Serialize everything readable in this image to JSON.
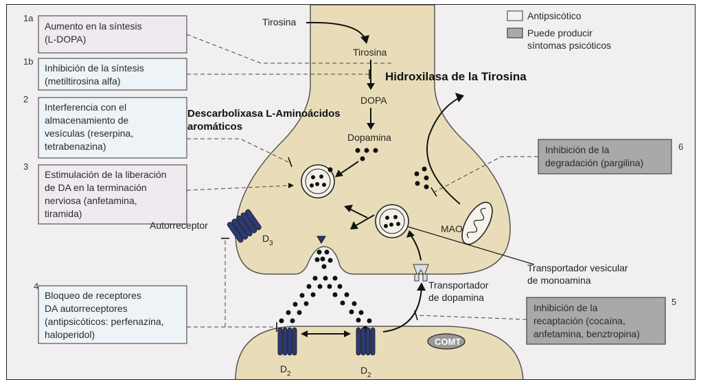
{
  "legend": {
    "antipsychotic": "Antipsicótico",
    "psychotic_line1": "Puede producir",
    "psychotic_line2": "síntomas psicóticos"
  },
  "labels": {
    "tirosina_top": "Tirosina",
    "tirosina_inner": "Tirosina",
    "enzyme_th": "Hidroxilasa de la Tirosina",
    "dopa": "DOPA",
    "enzyme_ddc_line1": "Descarbolixasa L-Aminoácidos",
    "enzyme_ddc_line2": "aromáticos",
    "dopamina": "Dopamina",
    "autorreceptor": "Autorreceptor",
    "d3": "D",
    "d3_sub": "3",
    "mao": "MAO",
    "vmat_line1": "Transportador vesicular",
    "vmat_line2": "de monoamina",
    "dat_line1": "Transportador",
    "dat_line2": "de dopamina",
    "comt": "COMT",
    "d2_left": "D",
    "d2_left_sub": "2",
    "d2_right": "D",
    "d2_right_sub": "2"
  },
  "boxes": [
    {
      "num": "1a",
      "lines": [
        "Aumento en la síntesis",
        "(L-DOPA)"
      ],
      "kind": "psychotic"
    },
    {
      "num": "1b",
      "lines": [
        "Inhibición de la síntesis",
        "(metiltirosina alfa)"
      ],
      "kind": "antipsychotic"
    },
    {
      "num": "2",
      "lines": [
        "Interferencia con el",
        "almacenamiento de",
        "vesículas (reserpina,",
        "tetrabenazina)"
      ],
      "kind": "antipsychotic"
    },
    {
      "num": "3",
      "lines": [
        "Estimulación de la liberación",
        "de DA en la terminación",
        "nerviosa (anfetamina,",
        "tiramida)"
      ],
      "kind": "psychotic"
    },
    {
      "num": "4",
      "lines": [
        "Bloqueo de receptores",
        "DA autorreceptores",
        "(antipsicóticos: perfenazina,",
        "haloperidol)"
      ],
      "kind": "antipsychotic"
    },
    {
      "num": "5",
      "lines": [
        "Inhibición de la",
        "recaptación (cocaína,",
        "anfetamina, benztropina)"
      ],
      "kind": "gray"
    },
    {
      "num": "6",
      "lines": [
        "Inhibición de la",
        "degradación (pargilina)"
      ],
      "kind": "gray"
    }
  ],
  "colors": {
    "antipsychotic_fill": "#eef3f7",
    "psychotic_fill": "#efeaf0",
    "gray_fill": "#a9a9a9",
    "neuron_fill": "#e9ddb9",
    "receptor_fill": "#2d3a78"
  }
}
